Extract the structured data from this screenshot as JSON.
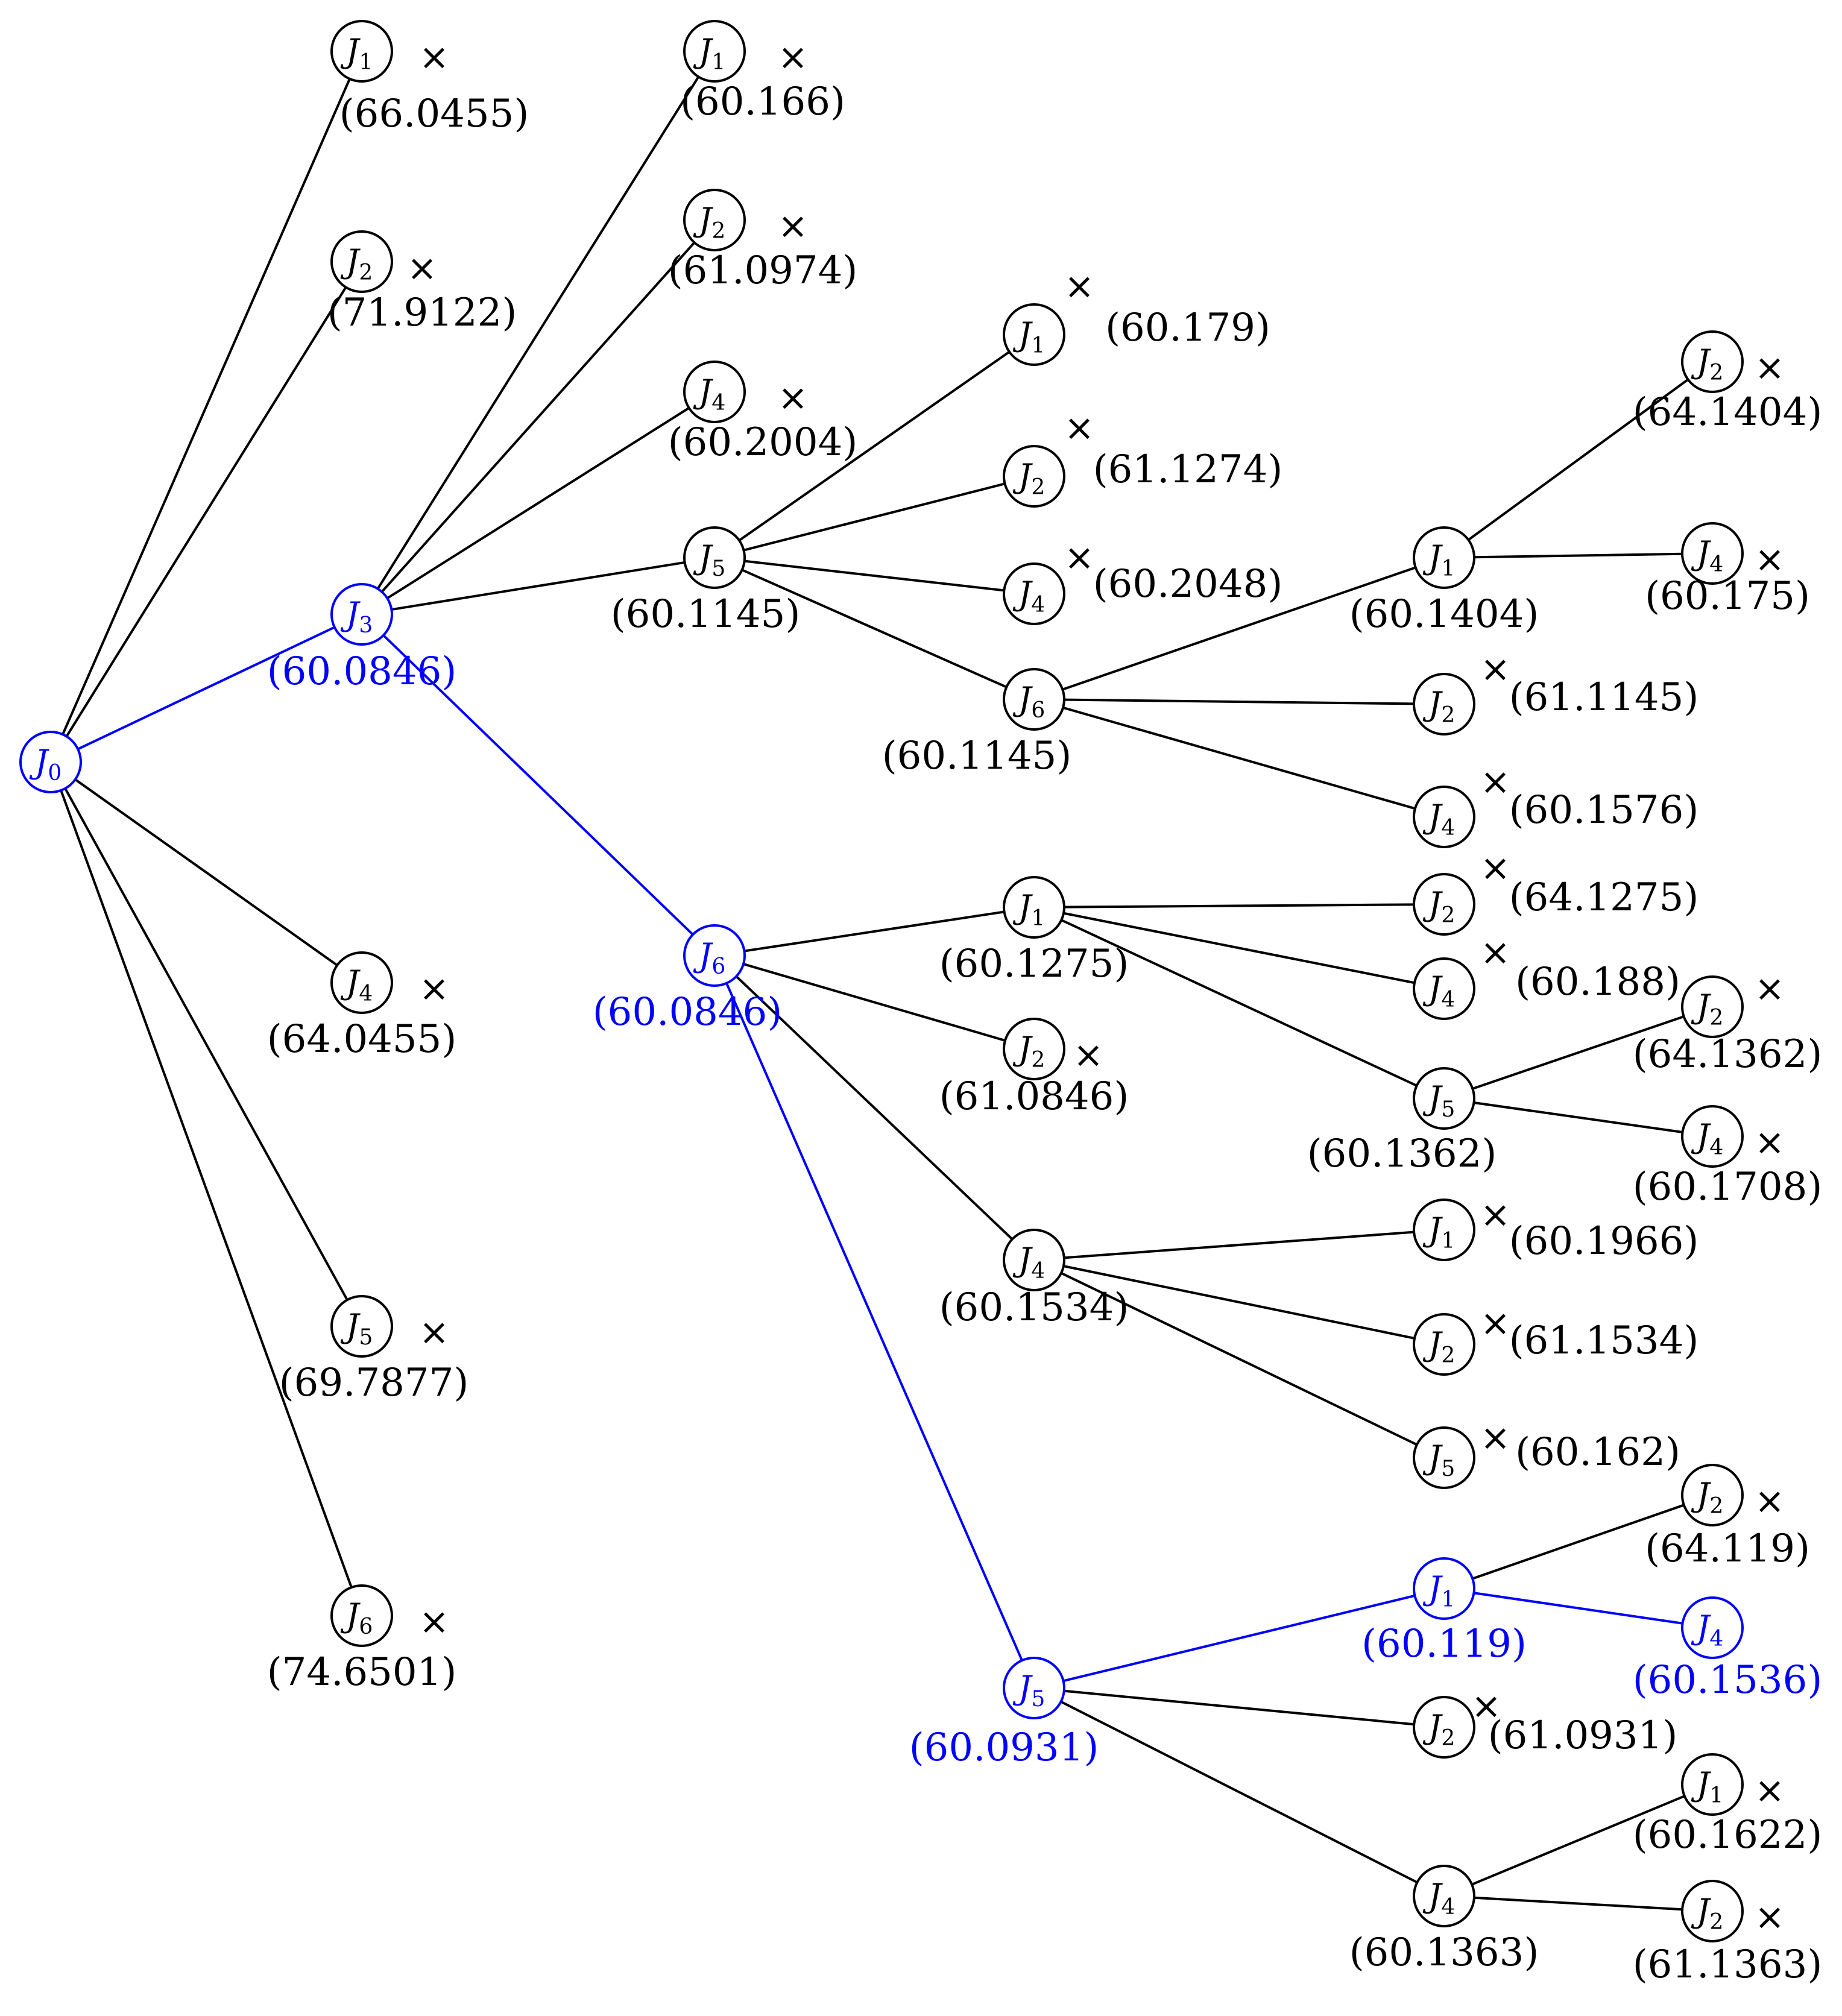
{
  "colors": {
    "default": "#000000",
    "highlight": "#0000ff"
  },
  "prune_mark": "×",
  "nodes": [
    {
      "id": "root",
      "label": "J",
      "sub": "0",
      "value": "",
      "pruned": false,
      "highlight": true
    },
    {
      "id": "a1",
      "label": "J",
      "sub": "1",
      "value": "(66.0455)",
      "pruned": true,
      "highlight": false
    },
    {
      "id": "a2",
      "label": "J",
      "sub": "2",
      "value": "(71.9122)",
      "pruned": true,
      "highlight": false
    },
    {
      "id": "a3",
      "label": "J",
      "sub": "3",
      "value": "(60.0846)",
      "pruned": false,
      "highlight": true
    },
    {
      "id": "a4",
      "label": "J",
      "sub": "4",
      "value": "(64.0455)",
      "pruned": true,
      "highlight": false
    },
    {
      "id": "a5",
      "label": "J",
      "sub": "5",
      "value": "(69.7877)",
      "pruned": true,
      "highlight": false
    },
    {
      "id": "a6",
      "label": "J",
      "sub": "6",
      "value": "(74.6501)",
      "pruned": true,
      "highlight": false
    },
    {
      "id": "b1",
      "label": "J",
      "sub": "1",
      "value": "(60.166)",
      "pruned": true,
      "highlight": false
    },
    {
      "id": "b2",
      "label": "J",
      "sub": "2",
      "value": "(61.0974)",
      "pruned": true,
      "highlight": false
    },
    {
      "id": "b4",
      "label": "J",
      "sub": "4",
      "value": "(60.2004)",
      "pruned": true,
      "highlight": false
    },
    {
      "id": "b5",
      "label": "J",
      "sub": "5",
      "value": "(60.1145)",
      "pruned": false,
      "highlight": false
    },
    {
      "id": "b6",
      "label": "J",
      "sub": "6",
      "value": "(60.0846)",
      "pruned": false,
      "highlight": true
    },
    {
      "id": "c1",
      "label": "J",
      "sub": "1",
      "value": "(60.179)",
      "pruned": true,
      "highlight": false
    },
    {
      "id": "c2",
      "label": "J",
      "sub": "2",
      "value": "(61.1274)",
      "pruned": true,
      "highlight": false
    },
    {
      "id": "c4",
      "label": "J",
      "sub": "4",
      "value": "(60.2048)",
      "pruned": true,
      "highlight": false
    },
    {
      "id": "c6",
      "label": "J",
      "sub": "6",
      "value": "(60.1145)",
      "pruned": false,
      "highlight": false
    },
    {
      "id": "d1",
      "label": "J",
      "sub": "1",
      "value": "(60.1404)",
      "pruned": false,
      "highlight": false
    },
    {
      "id": "d2",
      "label": "J",
      "sub": "2",
      "value": "(61.1145)",
      "pruned": true,
      "highlight": false
    },
    {
      "id": "d4",
      "label": "J",
      "sub": "4",
      "value": "(60.1576)",
      "pruned": true,
      "highlight": false
    },
    {
      "id": "e2",
      "label": "J",
      "sub": "2",
      "value": "(64.1404)",
      "pruned": true,
      "highlight": false
    },
    {
      "id": "e4",
      "label": "J",
      "sub": "4",
      "value": "(60.175)",
      "pruned": true,
      "highlight": false
    },
    {
      "id": "f1",
      "label": "J",
      "sub": "1",
      "value": "(60.1275)",
      "pruned": false,
      "highlight": false
    },
    {
      "id": "f2",
      "label": "J",
      "sub": "2",
      "value": "(61.0846)",
      "pruned": true,
      "highlight": false
    },
    {
      "id": "f4",
      "label": "J",
      "sub": "4",
      "value": "(60.1534)",
      "pruned": false,
      "highlight": false
    },
    {
      "id": "f5",
      "label": "J",
      "sub": "5",
      "value": "(60.0931)",
      "pruned": false,
      "highlight": true
    },
    {
      "id": "g2",
      "label": "J",
      "sub": "2",
      "value": "(64.1275)",
      "pruned": true,
      "highlight": false
    },
    {
      "id": "g4",
      "label": "J",
      "sub": "4",
      "value": "(60.188)",
      "pruned": true,
      "highlight": false
    },
    {
      "id": "g5",
      "label": "J",
      "sub": "5",
      "value": "(60.1362)",
      "pruned": false,
      "highlight": false
    },
    {
      "id": "h2",
      "label": "J",
      "sub": "2",
      "value": "(64.1362)",
      "pruned": true,
      "highlight": false
    },
    {
      "id": "h4",
      "label": "J",
      "sub": "4",
      "value": "(60.1708)",
      "pruned": true,
      "highlight": false
    },
    {
      "id": "i1",
      "label": "J",
      "sub": "1",
      "value": "(60.1966)",
      "pruned": true,
      "highlight": false
    },
    {
      "id": "i2",
      "label": "J",
      "sub": "2",
      "value": "(61.1534)",
      "pruned": true,
      "highlight": false
    },
    {
      "id": "i5",
      "label": "J",
      "sub": "5",
      "value": "(60.162)",
      "pruned": true,
      "highlight": false
    },
    {
      "id": "j1",
      "label": "J",
      "sub": "1",
      "value": "(60.119)",
      "pruned": false,
      "highlight": true
    },
    {
      "id": "j2",
      "label": "J",
      "sub": "2",
      "value": "(61.0931)",
      "pruned": true,
      "highlight": false
    },
    {
      "id": "j4",
      "label": "J",
      "sub": "4",
      "value": "(60.1363)",
      "pruned": false,
      "highlight": false
    },
    {
      "id": "k2",
      "label": "J",
      "sub": "2",
      "value": "(64.119)",
      "pruned": true,
      "highlight": false
    },
    {
      "id": "k4",
      "label": "J",
      "sub": "4",
      "value": "(60.1536)",
      "pruned": false,
      "highlight": true
    },
    {
      "id": "l1",
      "label": "J",
      "sub": "1",
      "value": "(60.1622)",
      "pruned": true,
      "highlight": false
    },
    {
      "id": "l2",
      "label": "J",
      "sub": "2",
      "value": "(61.1363)",
      "pruned": true,
      "highlight": false
    }
  ],
  "edges": [
    {
      "from": "root",
      "to": "a1",
      "highlight": false
    },
    {
      "from": "root",
      "to": "a2",
      "highlight": false
    },
    {
      "from": "root",
      "to": "a3",
      "highlight": true
    },
    {
      "from": "root",
      "to": "a4",
      "highlight": false
    },
    {
      "from": "root",
      "to": "a5",
      "highlight": false
    },
    {
      "from": "root",
      "to": "a6",
      "highlight": false
    },
    {
      "from": "a3",
      "to": "b1",
      "highlight": false
    },
    {
      "from": "a3",
      "to": "b2",
      "highlight": false
    },
    {
      "from": "a3",
      "to": "b4",
      "highlight": false
    },
    {
      "from": "a3",
      "to": "b5",
      "highlight": false
    },
    {
      "from": "a3",
      "to": "b6",
      "highlight": true
    },
    {
      "from": "b5",
      "to": "c1",
      "highlight": false
    },
    {
      "from": "b5",
      "to": "c2",
      "highlight": false
    },
    {
      "from": "b5",
      "to": "c4",
      "highlight": false
    },
    {
      "from": "b5",
      "to": "c6",
      "highlight": false
    },
    {
      "from": "c6",
      "to": "d1",
      "highlight": false
    },
    {
      "from": "c6",
      "to": "d2",
      "highlight": false
    },
    {
      "from": "c6",
      "to": "d4",
      "highlight": false
    },
    {
      "from": "d1",
      "to": "e2",
      "highlight": false
    },
    {
      "from": "d1",
      "to": "e4",
      "highlight": false
    },
    {
      "from": "b6",
      "to": "f1",
      "highlight": false
    },
    {
      "from": "b6",
      "to": "f2",
      "highlight": false
    },
    {
      "from": "b6",
      "to": "f4",
      "highlight": false
    },
    {
      "from": "b6",
      "to": "f5",
      "highlight": true
    },
    {
      "from": "f1",
      "to": "g2",
      "highlight": false
    },
    {
      "from": "f1",
      "to": "g4",
      "highlight": false
    },
    {
      "from": "f1",
      "to": "g5",
      "highlight": false
    },
    {
      "from": "g5",
      "to": "h2",
      "highlight": false
    },
    {
      "from": "g5",
      "to": "h4",
      "highlight": false
    },
    {
      "from": "f4",
      "to": "i1",
      "highlight": false
    },
    {
      "from": "f4",
      "to": "i2",
      "highlight": false
    },
    {
      "from": "f4",
      "to": "i5",
      "highlight": false
    },
    {
      "from": "f5",
      "to": "j1",
      "highlight": true
    },
    {
      "from": "f5",
      "to": "j2",
      "highlight": false
    },
    {
      "from": "f5",
      "to": "j4",
      "highlight": false
    },
    {
      "from": "j1",
      "to": "k2",
      "highlight": false
    },
    {
      "from": "j1",
      "to": "k4",
      "highlight": true
    },
    {
      "from": "j4",
      "to": "l1",
      "highlight": false
    },
    {
      "from": "j4",
      "to": "l2",
      "highlight": false
    }
  ]
}
